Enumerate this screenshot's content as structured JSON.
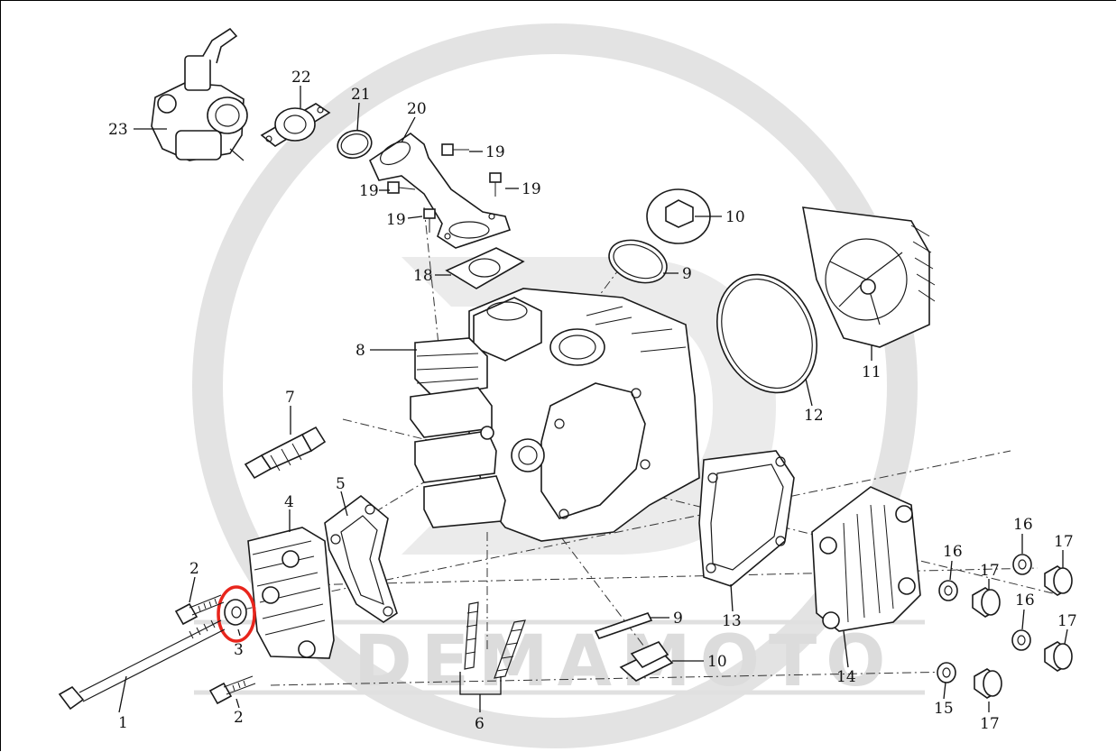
{
  "watermark": {
    "text": "DEMAMOTO",
    "color": "#dcdcdc"
  },
  "highlight": {
    "part": "3",
    "color": "#e8251c"
  },
  "parts": [
    {
      "id": "1"
    },
    {
      "id": "2a",
      "label": "2"
    },
    {
      "id": "2b",
      "label": "2"
    },
    {
      "id": "3"
    },
    {
      "id": "4"
    },
    {
      "id": "5"
    },
    {
      "id": "6"
    },
    {
      "id": "7"
    },
    {
      "id": "8"
    },
    {
      "id": "9a",
      "label": "9"
    },
    {
      "id": "9b",
      "label": "9"
    },
    {
      "id": "10a",
      "label": "10"
    },
    {
      "id": "10b",
      "label": "10"
    },
    {
      "id": "11"
    },
    {
      "id": "12"
    },
    {
      "id": "13"
    },
    {
      "id": "14"
    },
    {
      "id": "15"
    },
    {
      "id": "16a",
      "label": "16"
    },
    {
      "id": "16b",
      "label": "16"
    },
    {
      "id": "16c",
      "label": "16"
    },
    {
      "id": "17a",
      "label": "17"
    },
    {
      "id": "17b",
      "label": "17"
    },
    {
      "id": "17c",
      "label": "17"
    },
    {
      "id": "17d",
      "label": "17"
    },
    {
      "id": "18"
    },
    {
      "id": "19a",
      "label": "19"
    },
    {
      "id": "19b",
      "label": "19"
    },
    {
      "id": "19c",
      "label": "19"
    },
    {
      "id": "19d",
      "label": "19"
    },
    {
      "id": "20"
    },
    {
      "id": "21"
    },
    {
      "id": "22"
    },
    {
      "id": "23"
    }
  ]
}
